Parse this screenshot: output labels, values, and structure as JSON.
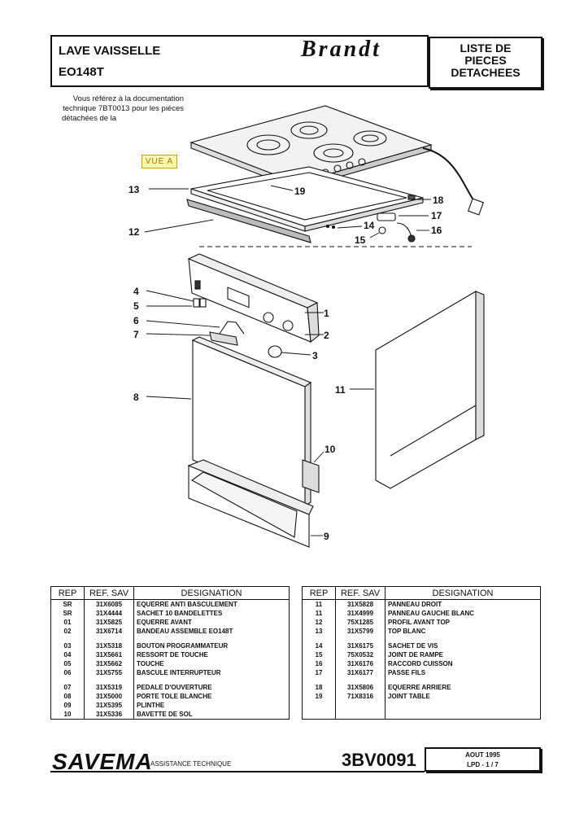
{
  "header": {
    "title_line1": "LAVE VAISSELLE",
    "title_line2": "EO148T",
    "brand": "Brandt",
    "list_line1": "LISTE DE",
    "list_line2": "PIECES",
    "list_line3": "DETACHEES"
  },
  "intro": {
    "line1": "Vous référez à la documentation",
    "line2": "technique 7BT0013 pour les piéces",
    "line3": "détachées de la"
  },
  "vue_a": "VUE A",
  "callouts": [
    "1",
    "2",
    "3",
    "4",
    "5",
    "6",
    "7",
    "8",
    "9",
    "10",
    "11",
    "12",
    "13",
    "14",
    "15",
    "16",
    "17",
    "18",
    "19"
  ],
  "table_headers": {
    "rep": "REP",
    "ref": "REF. SAV",
    "designation": "DESIGNATION"
  },
  "parts_left": [
    [
      "SR",
      "31X6085",
      "EQUERRE ANTI BASCULEMENT"
    ],
    [
      "SR",
      "31X4444",
      "SACHET 10 BANDELETTES"
    ],
    [
      "01",
      "31X5825",
      "EQUERRE AVANT"
    ],
    [
      "02",
      "31X6714",
      "BANDEAU ASSEMBLE EO148T"
    ],
    [
      "03",
      "31X5318",
      "BOUTON PROGRAMMATEUR"
    ],
    [
      "04",
      "31X5661",
      "RESSORT DE TOUCHE"
    ],
    [
      "05",
      "31X5662",
      "TOUCHE"
    ],
    [
      "06",
      "31X5755",
      "BASCULE INTERRUPTEUR"
    ],
    [
      "07",
      "31X5319",
      "PEDALE D'OUVERTURE"
    ],
    [
      "08",
      "31X5000",
      "PORTE TOLE BLANCHE"
    ],
    [
      "09",
      "31X5395",
      "PLINTHE"
    ],
    [
      "10",
      "31X5336",
      "BAVETTE DE SOL"
    ]
  ],
  "parts_right": [
    [
      "11",
      "31X5828",
      "PANNEAU DROIT"
    ],
    [
      "11",
      "31X4999",
      "PANNEAU GAUCHE BLANC"
    ],
    [
      "12",
      "75X1285",
      "PROFIL AVANT TOP"
    ],
    [
      "13",
      "31X5799",
      "TOP BLANC"
    ],
    [
      "14",
      "31X6175",
      "SACHET DE VIS"
    ],
    [
      "15",
      "75X0532",
      "JOINT DE RAMPE"
    ],
    [
      "16",
      "31X6176",
      "RACCORD CUISSON"
    ],
    [
      "17",
      "31X6177",
      "PASSE FILS"
    ],
    [
      "18",
      "31X5806",
      "EQUERRE ARRIERE"
    ],
    [
      "19",
      "71X8316",
      "JOINT TABLE"
    ]
  ],
  "footer": {
    "company": "SAVEMA",
    "subtitle": "ASSISTANCE TECHNIQUE",
    "doc_number": "3BV0091",
    "date": "AOUT 1995",
    "page": "LPD -   1 / 7"
  }
}
